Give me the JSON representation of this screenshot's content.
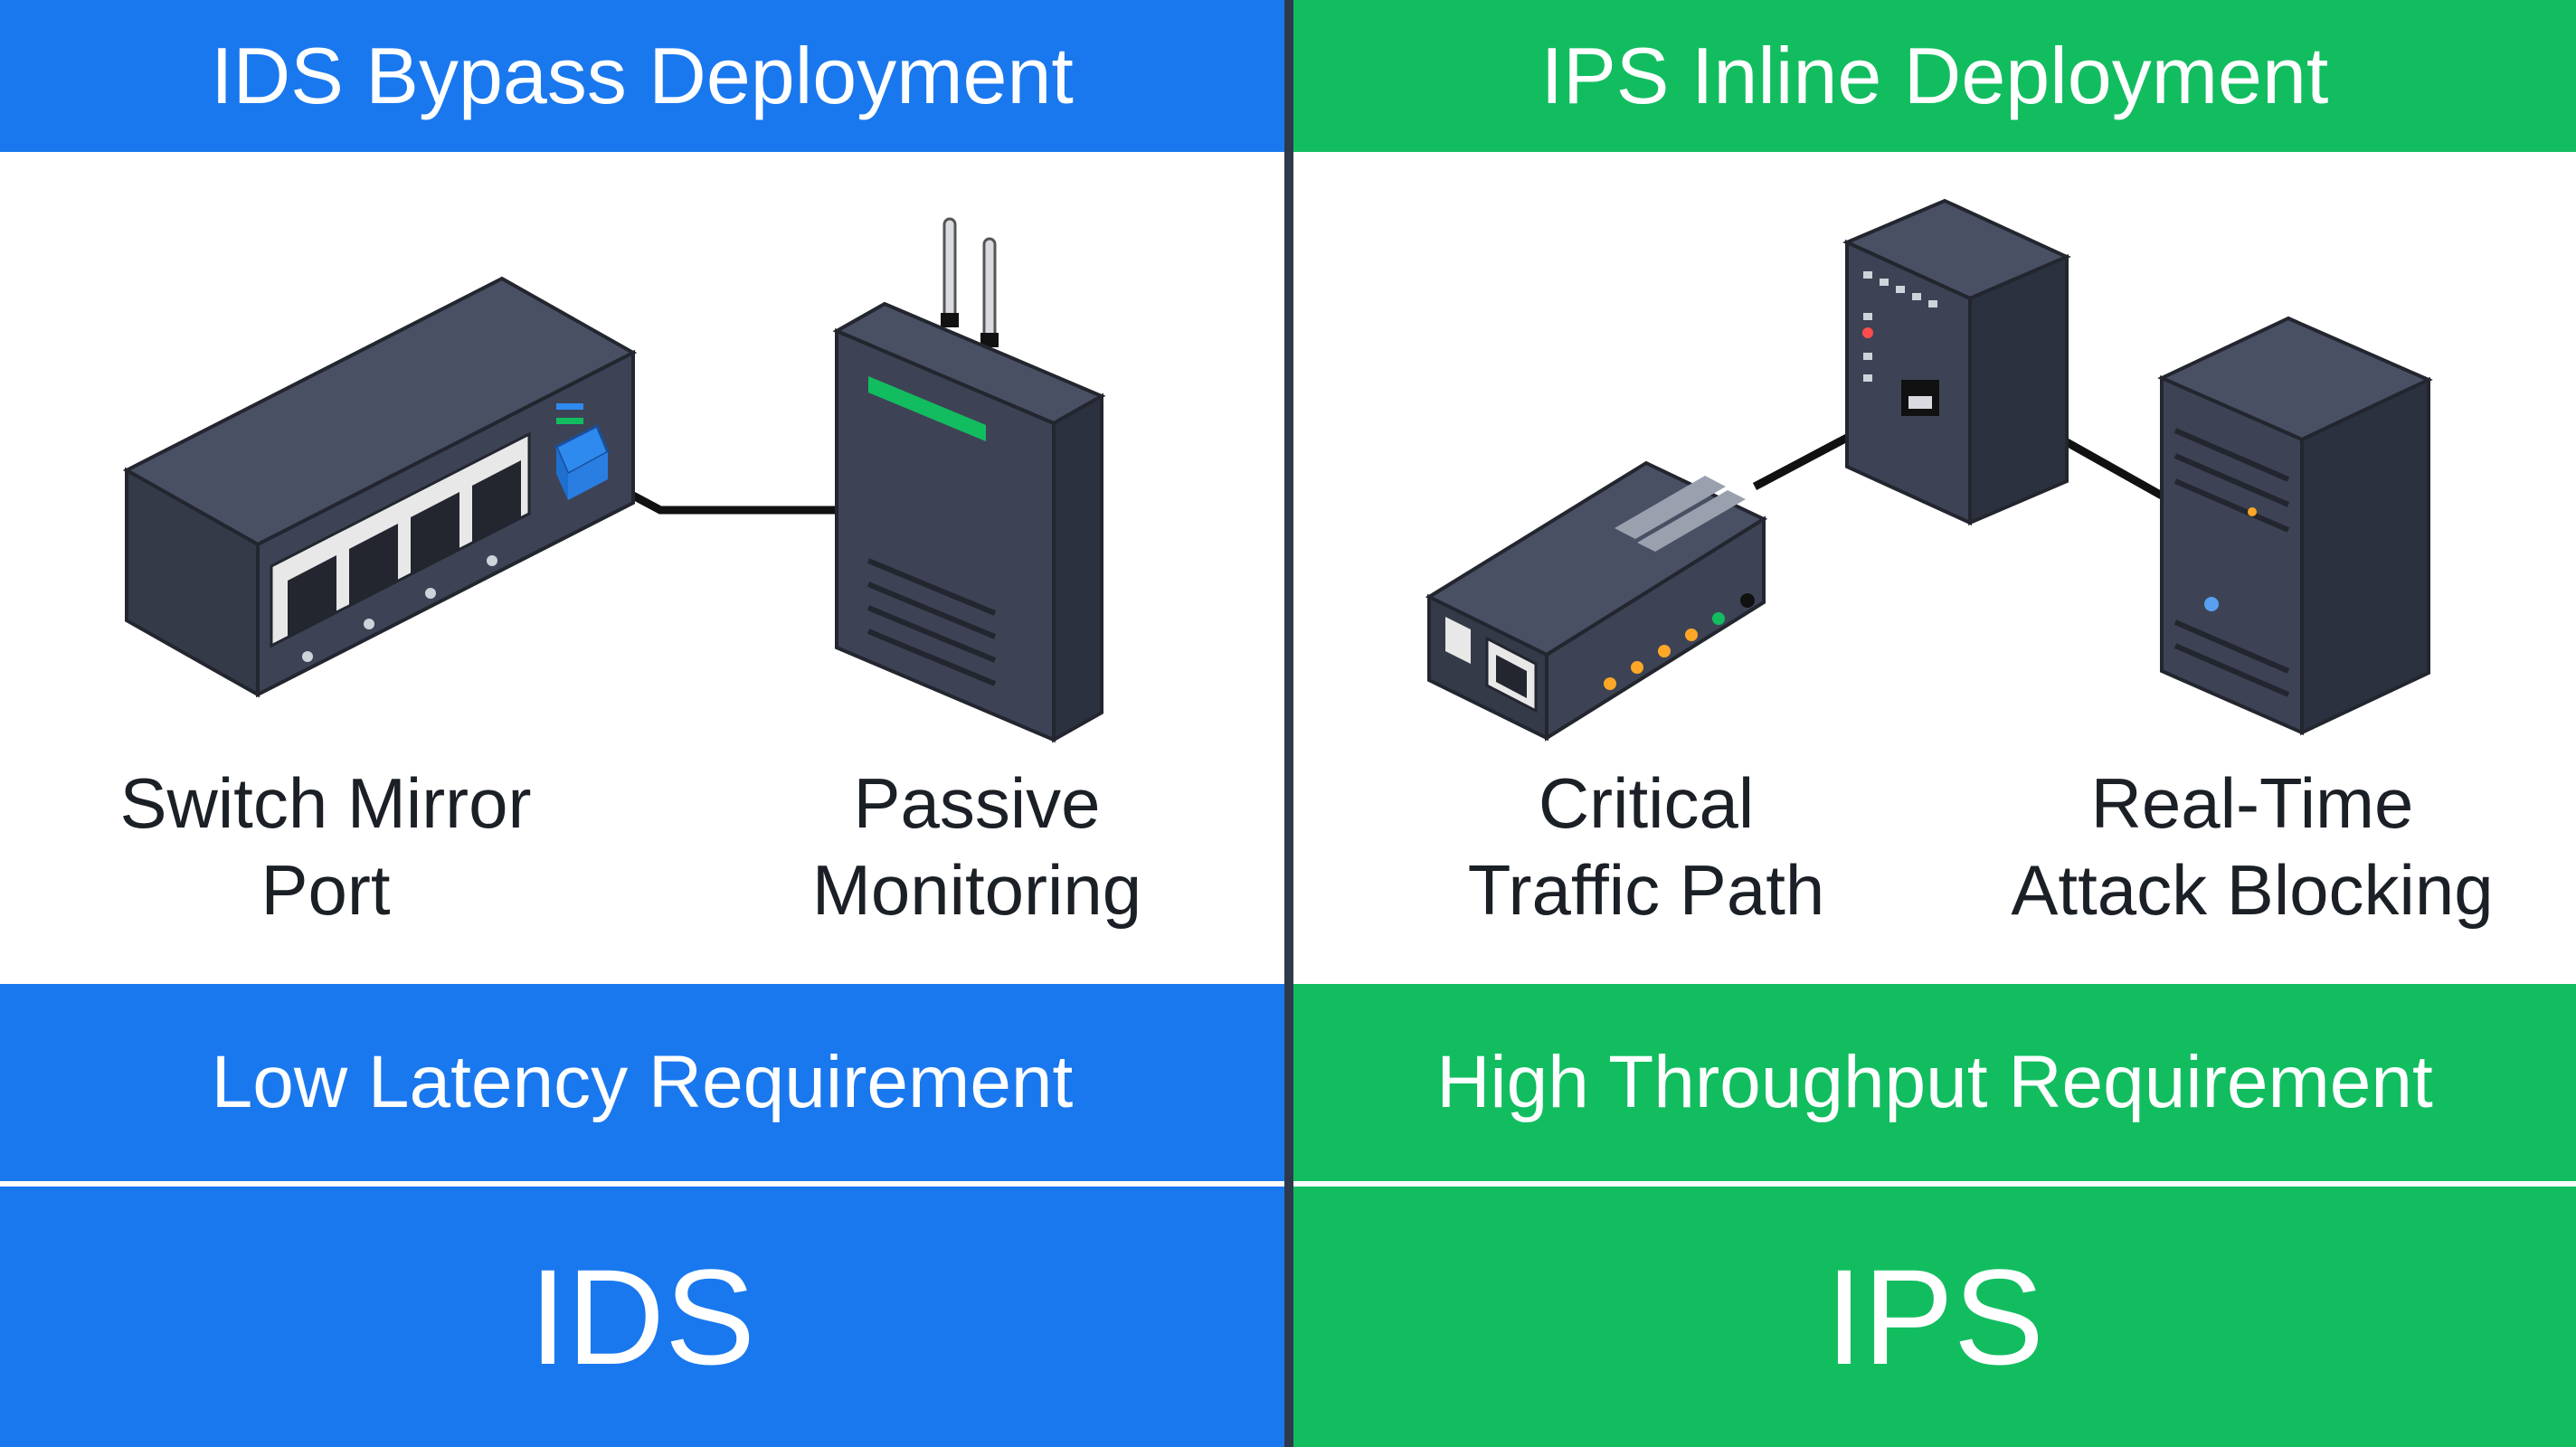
{
  "ids": {
    "title": "IDS Bypass Deployment",
    "caption_left": [
      "Switch Mirror",
      "Port"
    ],
    "caption_right": [
      "Passive",
      "Monitoring"
    ],
    "requirement": "Low Latency Requirement",
    "label": "IDS"
  },
  "ips": {
    "title": "IPS Inline Deployment",
    "caption_left": [
      "Critical",
      "Traffic Path"
    ],
    "caption_right": [
      "Real-Time",
      "Attack Blocking"
    ],
    "requirement": "High Throughput Requirement",
    "label": "IPS"
  },
  "colors": {
    "ids_accent": "#1a78ee",
    "ips_accent": "#12bd60",
    "device_body": "#3d4355",
    "device_dark": "#2a2e3b",
    "divider": "#2e3a4c"
  },
  "icons": [
    "network-switch-icon",
    "ids-sensor-icon",
    "ips-appliance-icon",
    "router-icon",
    "server-tower-icon"
  ]
}
